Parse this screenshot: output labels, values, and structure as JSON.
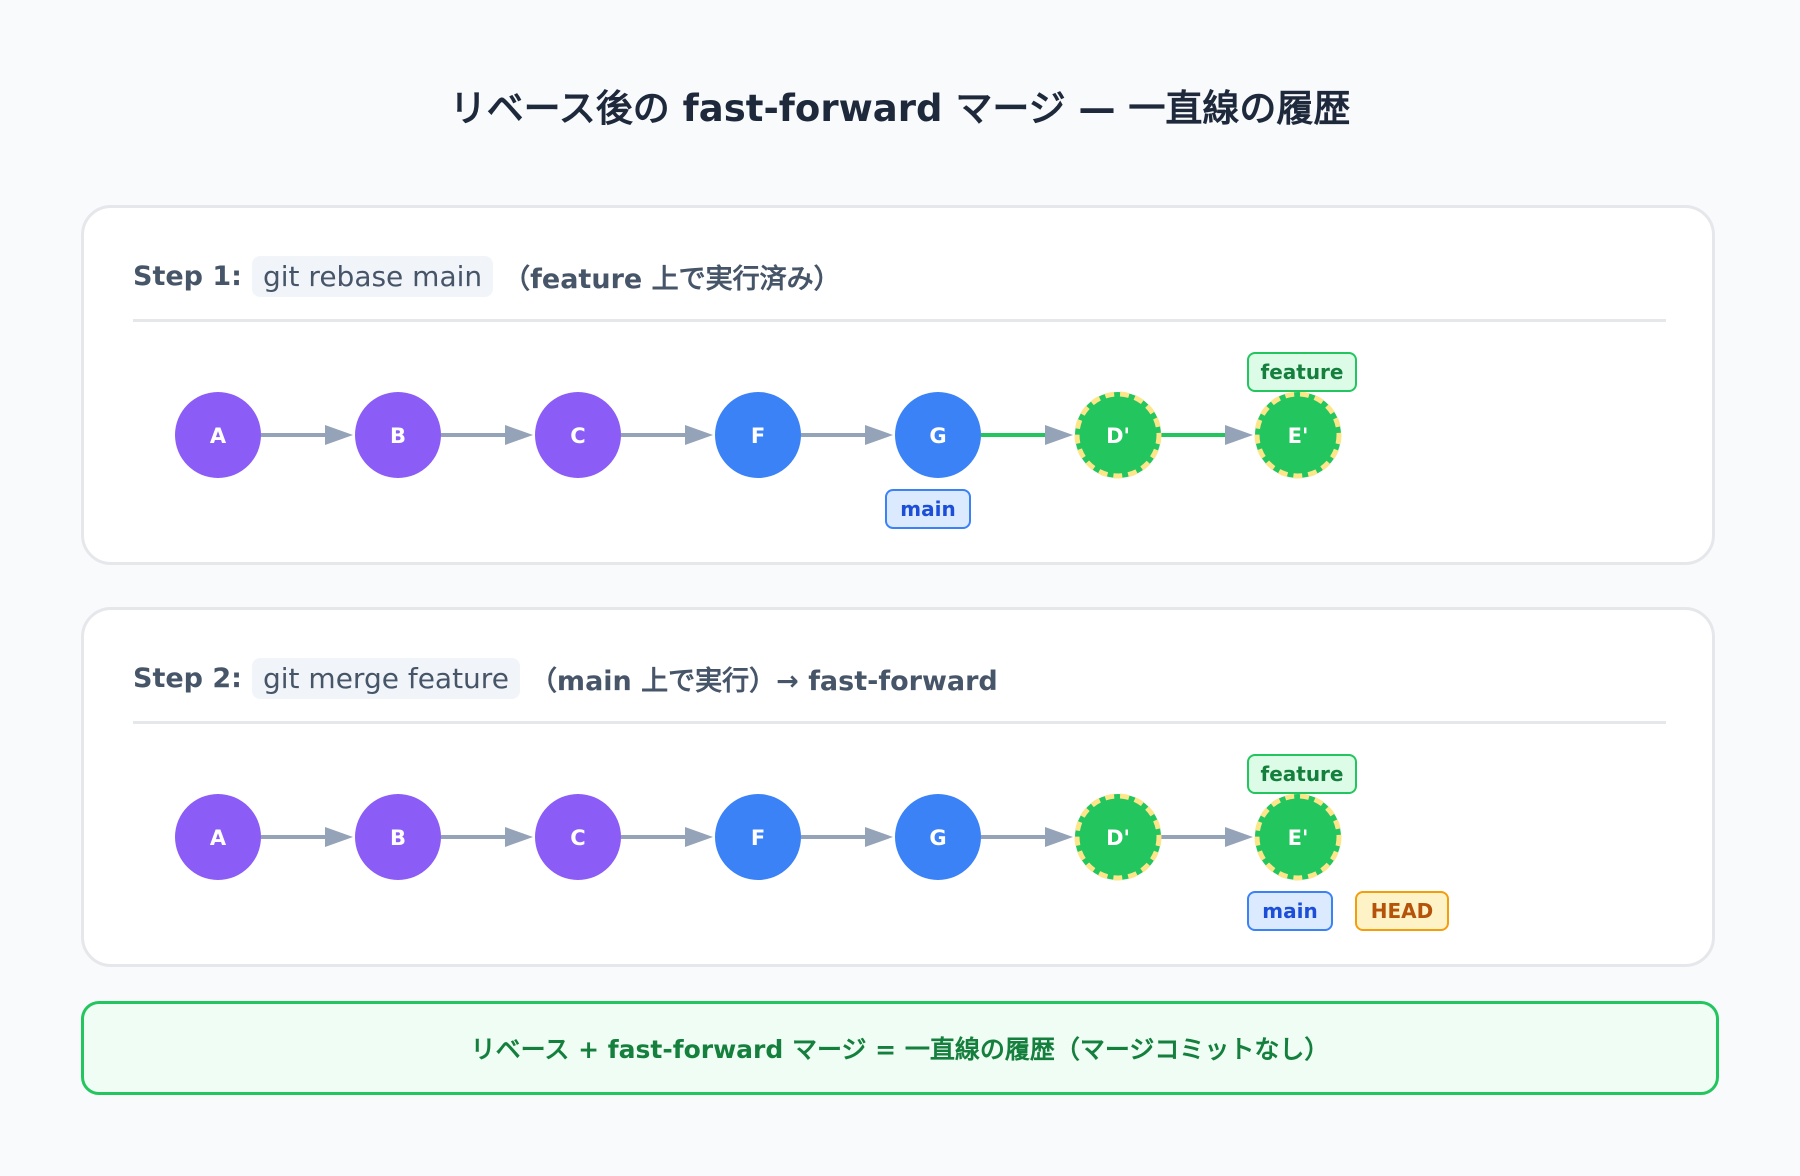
{
  "title": "リベース後の fast-forward マージ — 一直線の履歴",
  "colors": {
    "purple": "#8b5cf6",
    "blue": "#3b82f6",
    "green": "#22c55e",
    "yellow_dash": "#fde68a",
    "arrow": "#94a3b8",
    "main_bg": "#dbeafe",
    "main_border": "#3b82f6",
    "main_text": "#1d4ed8",
    "feature_bg": "#dcfce7",
    "feature_border": "#22c55e",
    "feature_text": "#15803d",
    "head_bg": "#fef3c7",
    "head_border": "#f59e0b",
    "head_text": "#b45309"
  },
  "steps": [
    {
      "label": "Step 1:",
      "command": "git rebase main",
      "description": "（feature 上で実行済み）",
      "commits": [
        {
          "id": "A",
          "color": "purple"
        },
        {
          "id": "B",
          "color": "purple"
        },
        {
          "id": "C",
          "color": "purple"
        },
        {
          "id": "F",
          "color": "blue"
        },
        {
          "id": "G",
          "color": "blue"
        },
        {
          "id": "D'",
          "color": "green",
          "rebased": true
        },
        {
          "id": "E'",
          "color": "green",
          "rebased": true
        }
      ],
      "edge_colors": [
        "arrow",
        "arrow",
        "arrow",
        "arrow",
        "green",
        "green"
      ],
      "refs": [
        {
          "name": "feature",
          "commit": 6,
          "position": "above",
          "style": "feature"
        },
        {
          "name": "main",
          "commit": 4,
          "position": "below",
          "style": "main"
        }
      ]
    },
    {
      "label": "Step 2:",
      "command": "git merge feature",
      "description": "（main 上で実行）→ fast-forward",
      "commits": [
        {
          "id": "A",
          "color": "purple"
        },
        {
          "id": "B",
          "color": "purple"
        },
        {
          "id": "C",
          "color": "purple"
        },
        {
          "id": "F",
          "color": "blue"
        },
        {
          "id": "G",
          "color": "blue"
        },
        {
          "id": "D'",
          "color": "green",
          "rebased": true
        },
        {
          "id": "E'",
          "color": "green",
          "rebased": true
        }
      ],
      "edge_colors": [
        "arrow",
        "arrow",
        "arrow",
        "arrow",
        "arrow",
        "arrow"
      ],
      "refs": [
        {
          "name": "feature",
          "commit": 6,
          "position": "above",
          "style": "feature"
        },
        {
          "name": "main",
          "commit": 6,
          "position": "below",
          "style": "main"
        },
        {
          "name": "HEAD",
          "commit": 6,
          "position": "below-right",
          "style": "head"
        }
      ]
    }
  ],
  "summary": "リベース + fast-forward マージ = 一直線の履歴（マージコミットなし）"
}
